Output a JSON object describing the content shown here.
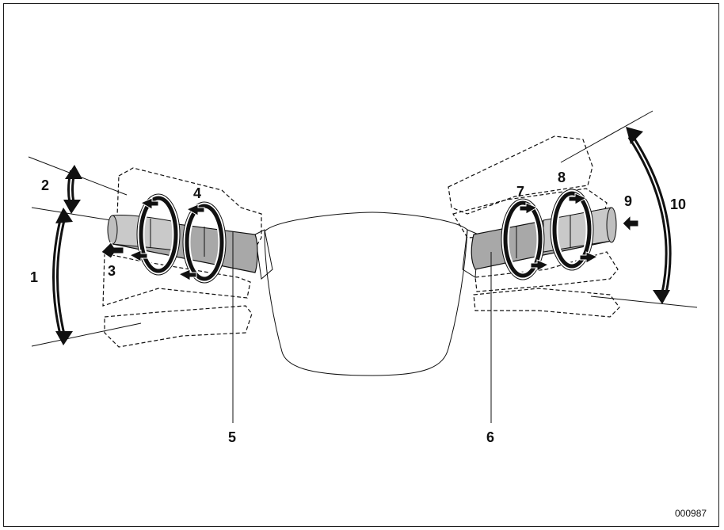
{
  "labels": {
    "l1": "1",
    "l2": "2",
    "l3": "3",
    "l4": "4",
    "l5": "5",
    "l6": "6",
    "l7": "7",
    "l8": "8",
    "l9": "9",
    "l10": "10"
  },
  "reference_code": "000987",
  "colors": {
    "line": "#111111",
    "tube_fill": "#a8a8a8",
    "tube_light": "#c9c9c9",
    "background": "#ffffff"
  }
}
